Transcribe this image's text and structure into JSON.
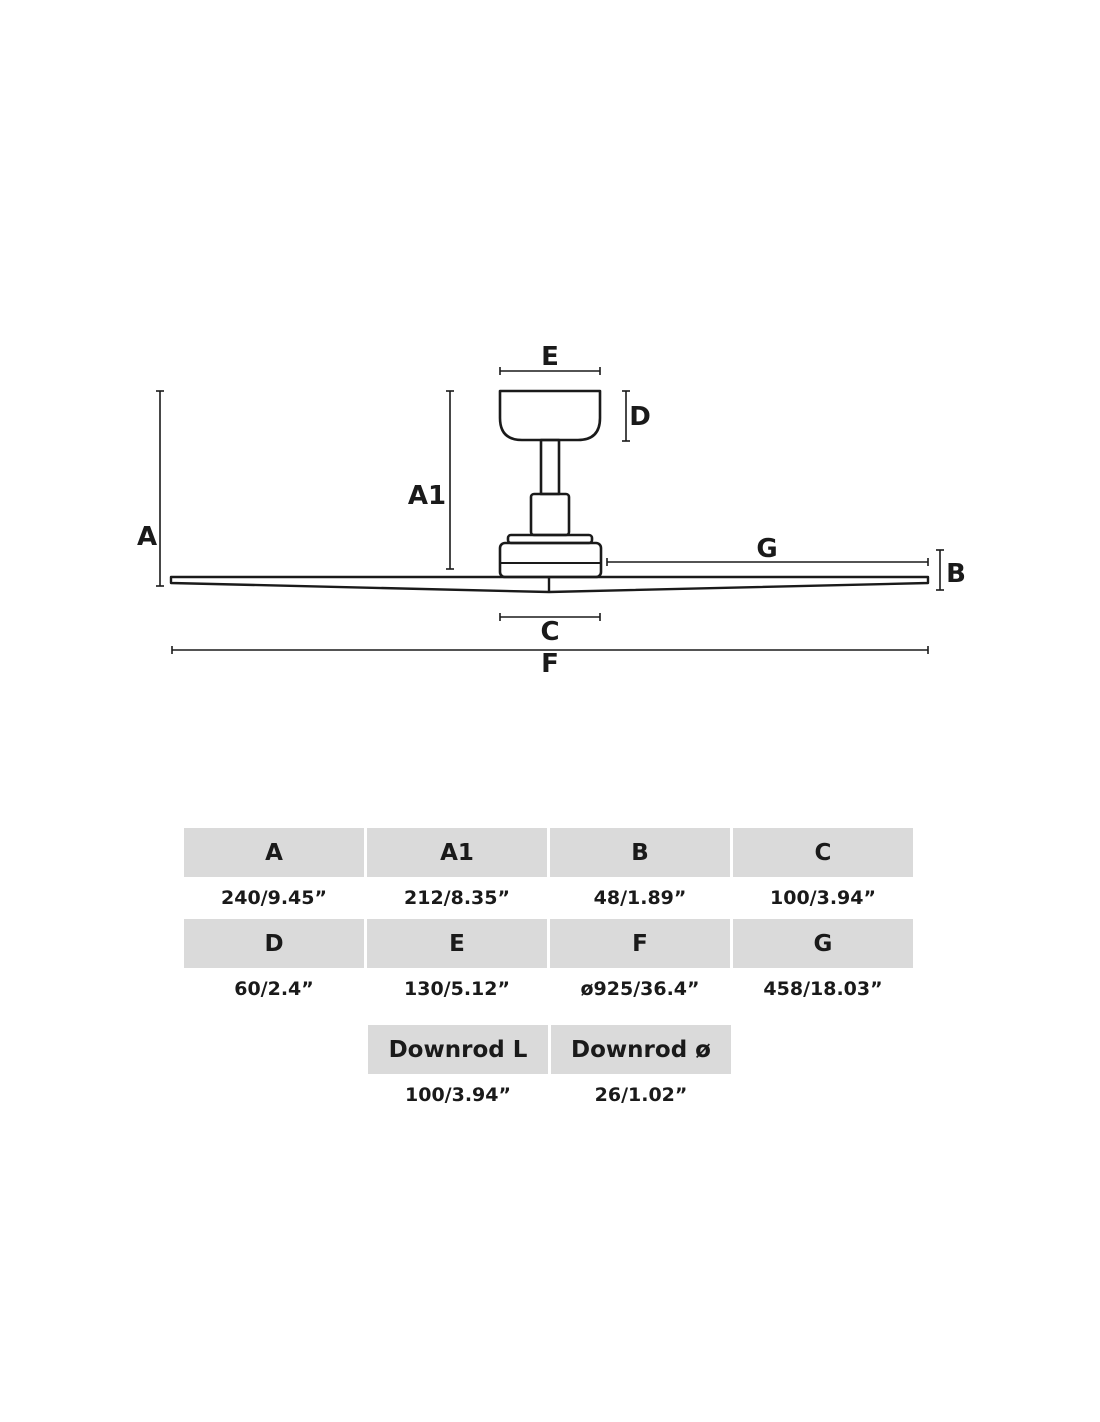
{
  "diagram": {
    "labels": {
      "A": "A",
      "A1": "A1",
      "B": "B",
      "C": "C",
      "D": "D",
      "E": "E",
      "F": "F",
      "G": "G"
    }
  },
  "dimensions_table": {
    "rows": [
      [
        {
          "label": "A",
          "value": "240/9.45”"
        },
        {
          "label": "A1",
          "value": "212/8.35”"
        },
        {
          "label": "B",
          "value": "48/1.89”"
        },
        {
          "label": "C",
          "value": "100/3.94”"
        }
      ],
      [
        {
          "label": "D",
          "value": "60/2.4”"
        },
        {
          "label": "E",
          "value": "130/5.12”"
        },
        {
          "label": "F",
          "value": "ø925/36.4”"
        },
        {
          "label": "G",
          "value": "458/18.03”"
        }
      ]
    ]
  },
  "downrod_table": {
    "cells": [
      {
        "label": "Downrod L",
        "value": "100/3.94”"
      },
      {
        "label": "Downrod ø",
        "value": "26/1.02”"
      }
    ]
  }
}
